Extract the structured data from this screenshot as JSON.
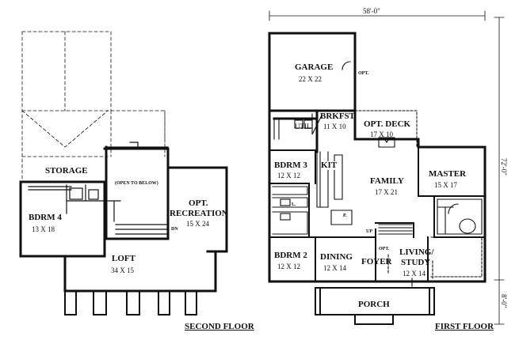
{
  "overall_width": "58'-0\"",
  "overall_depth": "72'-0\"",
  "porch_depth": "8'-0\"",
  "second_floor": {
    "title": "SECOND FLOOR",
    "rooms": {
      "storage": {
        "name": "STORAGE"
      },
      "bdrm4": {
        "name": "BDRM 4",
        "size": "13 X 18"
      },
      "open_below": {
        "name": "(OPEN TO BELOW)"
      },
      "opt_rec_1": {
        "name": "OPT."
      },
      "opt_rec_2": {
        "name": "RECREATION"
      },
      "opt_rec_size": {
        "size": "15 X 24"
      },
      "loft": {
        "name": "LOFT",
        "size": "34 X 15"
      },
      "dn": {
        "name": "DN"
      }
    }
  },
  "first_floor": {
    "title": "FIRST FLOOR",
    "rooms": {
      "garage": {
        "name": "GARAGE",
        "size": "22 X 22"
      },
      "garage_opt": {
        "name": "OPT."
      },
      "brkfst": {
        "name": "BRKFST",
        "size": "11 X 10"
      },
      "util": {
        "name": "UTIL."
      },
      "opt_deck": {
        "name": "OPT. DECK",
        "size": "17 X 10"
      },
      "bdrm3": {
        "name": "BDRM 3",
        "size": "12 X 12"
      },
      "kit": {
        "name": "KIT"
      },
      "family": {
        "name": "FAMILY",
        "size": "17 X 21"
      },
      "master": {
        "name": "MASTER",
        "size": "15 X 17"
      },
      "bdrm2": {
        "name": "BDRM 2",
        "size": "12 X 12"
      },
      "dining": {
        "name": "DINING",
        "size": "12 X 14"
      },
      "foyer": {
        "name": "FOYER"
      },
      "foyer_opt": {
        "name": "OPT."
      },
      "living_1": {
        "name": "LIVING/"
      },
      "living_2": {
        "name": "STUDY"
      },
      "living_size": {
        "size": "12 X 14"
      },
      "porch": {
        "name": "PORCH"
      },
      "up": {
        "name": "UP"
      },
      "pantry": {
        "name": "P."
      },
      "wh": {
        "name": "L."
      }
    }
  }
}
